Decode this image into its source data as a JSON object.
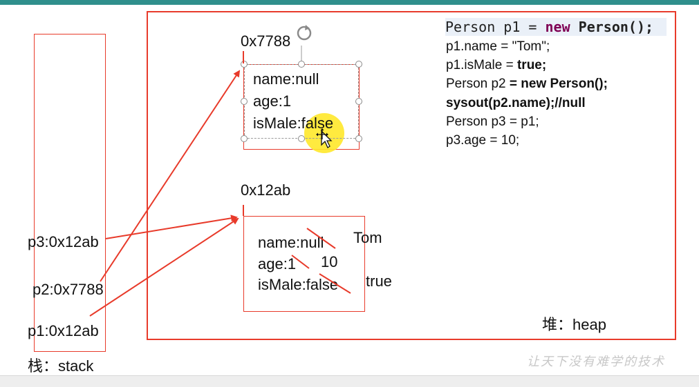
{
  "stack": {
    "label": "栈：stack",
    "entries": [
      "p3:0x12ab",
      "p2:0x7788",
      "p1:0x12ab"
    ]
  },
  "heap": {
    "label": "堆：heap",
    "objects": [
      {
        "address": "0x7788",
        "fields": [
          "name:null",
          "age:1",
          "isMale:false"
        ]
      },
      {
        "address": "0x12ab",
        "fields": [
          "name:null",
          "age:1",
          "isMale:false"
        ],
        "updates": [
          "Tom",
          "10",
          "true"
        ]
      }
    ]
  },
  "code": [
    "Person p1 = new Person();",
    "p1.name = \"Tom\";",
    "p1.isMale = true;",
    "Person p2 = new Person();",
    "sysout(p2.name);//null",
    "Person p3 = p1;",
    "p3.age = 10;"
  ],
  "watermark": "让天下没有难学的技术",
  "colors": {
    "accent": "#e83a2a",
    "teal": "#2f8f8c",
    "keyword": "#7f0055",
    "highlight": "#ffe82a"
  }
}
